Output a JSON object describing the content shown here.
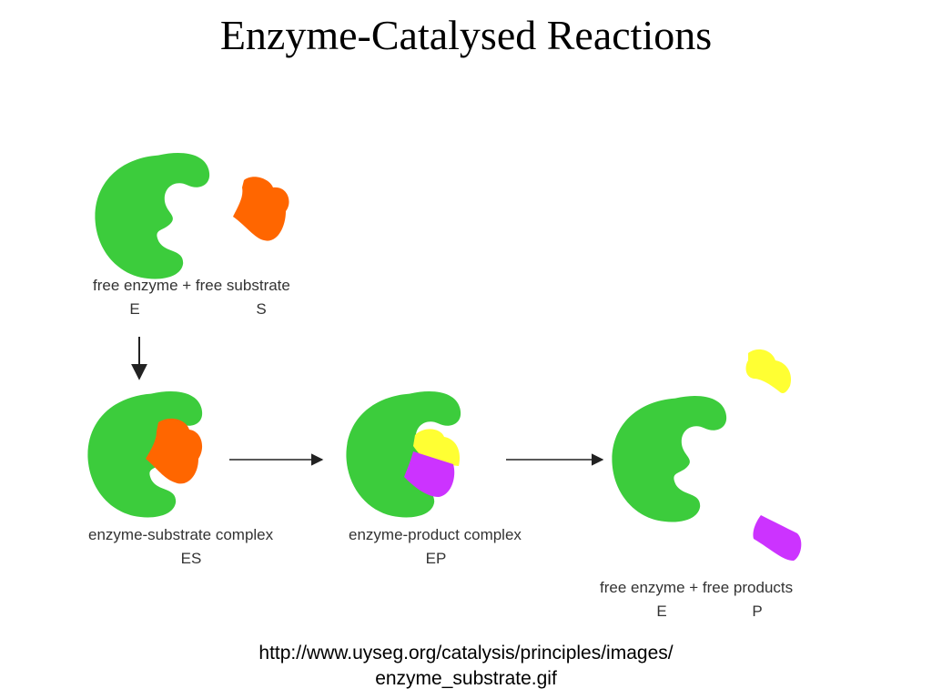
{
  "title": "Enzyme-Catalysed Reactions",
  "colors": {
    "enzyme": "#3CCC3C",
    "substrate": "#FF6600",
    "product_a": "#FFFF33",
    "product_b": "#CC33FF",
    "arrow": "#222222"
  },
  "stages": {
    "free": {
      "label": "free enzyme + free substrate",
      "enzyme_symbol": "E",
      "substrate_symbol": "S"
    },
    "es": {
      "label": "enzyme-substrate complex",
      "symbol": "ES"
    },
    "ep": {
      "label": "enzyme-product complex",
      "symbol": "EP"
    },
    "products": {
      "label": "free enzyme + free products",
      "enzyme_symbol": "E",
      "product_symbol": "P"
    }
  },
  "source": {
    "line1": "http://www.uyseg.org/catalysis/principles/images/",
    "line2": "enzyme_substrate.gif"
  }
}
